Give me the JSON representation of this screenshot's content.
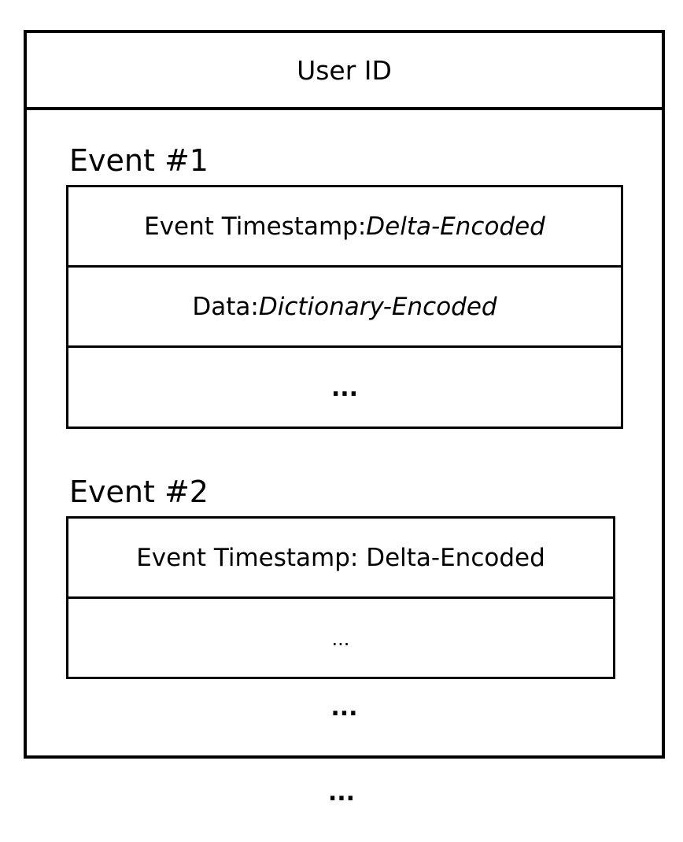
{
  "header": {
    "user_id": "User ID"
  },
  "events": [
    {
      "title": "Event #1",
      "rows": [
        {
          "label": "Event Timestamp: ",
          "encoding": "Delta-Encoded"
        },
        {
          "label": "Data: ",
          "encoding": "Dictionary-Encoded"
        },
        {
          "label": "...",
          "encoding": ""
        }
      ]
    },
    {
      "title": "Event #2",
      "rows": [
        {
          "label": "Event Timestamp: Delta-Encoded",
          "encoding": ""
        },
        {
          "label": "...",
          "encoding": ""
        }
      ]
    }
  ],
  "inner_more": "...",
  "outer_more": "..."
}
